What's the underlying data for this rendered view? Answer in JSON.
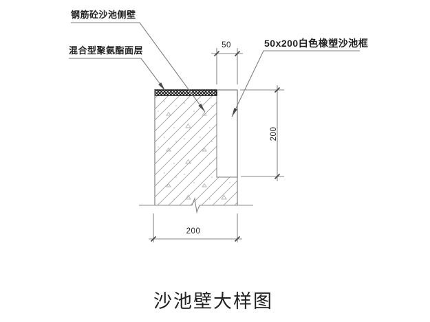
{
  "title": "沙池壁大样图",
  "callouts": {
    "wall": "钢筋砼沙池侧壁",
    "surface": "混合型聚氨酯面层",
    "frame": "50x200白色橡塑沙池框"
  },
  "dimensions": {
    "frame_width": "50",
    "frame_height": "200",
    "wall_width": "200"
  },
  "legend": {
    "diagonal-hatch": "reinforced concrete wall section",
    "black-crosshatch": "polyurethane surface layer strip",
    "honeycomb-hatch": "rubber-plastic frame strip"
  },
  "colors": {
    "background": "#ffffff",
    "line": "#878787",
    "hatch": "#adadad",
    "crosshatch": "#0a0a0a",
    "text": "#1f1f1f",
    "tick": "#4a4a4a"
  }
}
